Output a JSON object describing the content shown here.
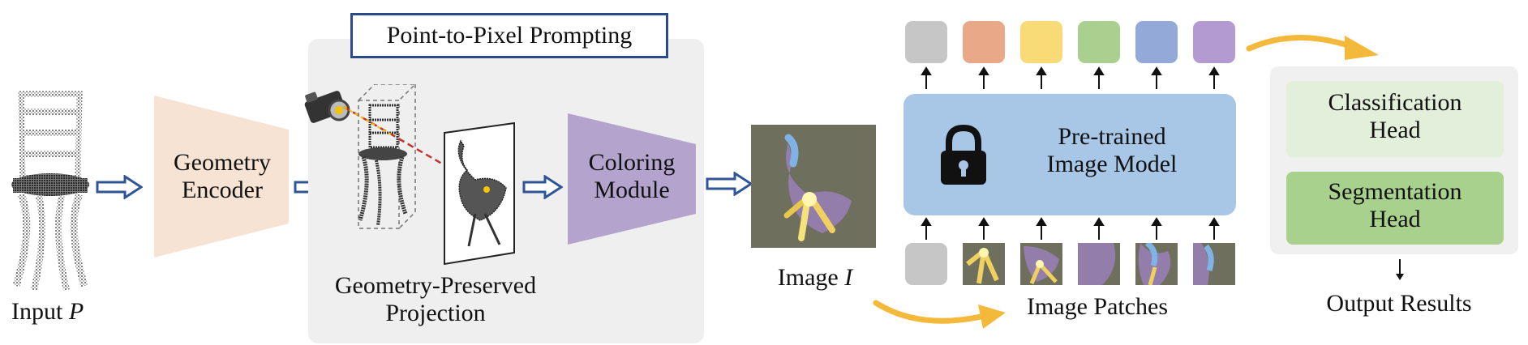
{
  "input": {
    "label": "Input ",
    "symbol": "P"
  },
  "geometry_encoder": {
    "line1": "Geometry",
    "line2": "Encoder",
    "color": "#f7e3d3"
  },
  "p2p": {
    "title": "Point-to-Pixel Prompting",
    "projection_line1": "Geometry-Preserved",
    "projection_line2": "Projection",
    "panel_color": "#efefef",
    "title_border": "#2a4a8c"
  },
  "coloring_module": {
    "line1": "Coloring",
    "line2": "Module",
    "color": "#b4a3cc"
  },
  "image": {
    "label": "Image ",
    "symbol": "I"
  },
  "pretrained": {
    "line1": "Pre-trained",
    "line2": "Image Model",
    "color": "#a8c6e6"
  },
  "token_colors": [
    "#c6c6c6",
    "#e9a887",
    "#f8db77",
    "#a9d08e",
    "#93aad9",
    "#b39ad0"
  ],
  "image_patches_label": "Image Patches",
  "heads": {
    "classification_line1": "Classification",
    "classification_line2": "Head",
    "segmentation_line1": "Segmentation",
    "segmentation_line2": "Head",
    "classification_color": "#e2efda",
    "segmentation_color": "#a9d18e",
    "panel_color": "#f0f0f0"
  },
  "output_label": "Output Results",
  "colors": {
    "hollow_arrow": "#2f5597",
    "curve_arrow": "#f4b93a",
    "lock": "#111111"
  },
  "icons": [
    "camera-icon",
    "lock-icon",
    "hollow-arrow-icon",
    "curved-arrow-icon"
  ]
}
